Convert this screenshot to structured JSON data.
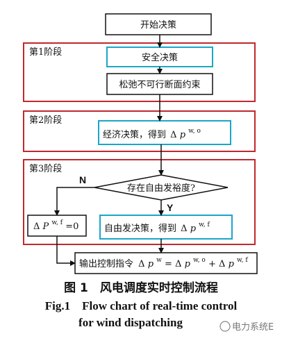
{
  "nodes": {
    "start": "开始决策",
    "safety": "安全决策",
    "relax": "松弛不可行断面约束",
    "economic": "经济决策，得到",
    "decision": "存在自由发裕度?",
    "set_zero": "=0",
    "free_gen": "自由发决策，得到",
    "output": "输出控制指令"
  },
  "stages": {
    "s1": "第1阶段",
    "s2": "第2阶段",
    "s3": "第3阶段"
  },
  "branches": {
    "no": "N",
    "yes": "Y"
  },
  "math": {
    "delta": "Δ",
    "p_upper": "P",
    "p_lower": "p",
    "w": "w",
    "wo": "w, o",
    "wf": "w, f",
    "eq": "=",
    "plus": "+"
  },
  "caption": {
    "cn": "图 1　风电调度实时控制流程",
    "en_line1": "Fig.1　Flow chart of real-time control",
    "en_line2": "for wind dispatching"
  },
  "watermark": "电力系统E",
  "colors": {
    "stage_border": "#c0282d",
    "box_border": "#1aa6c8",
    "line": "#111111"
  }
}
